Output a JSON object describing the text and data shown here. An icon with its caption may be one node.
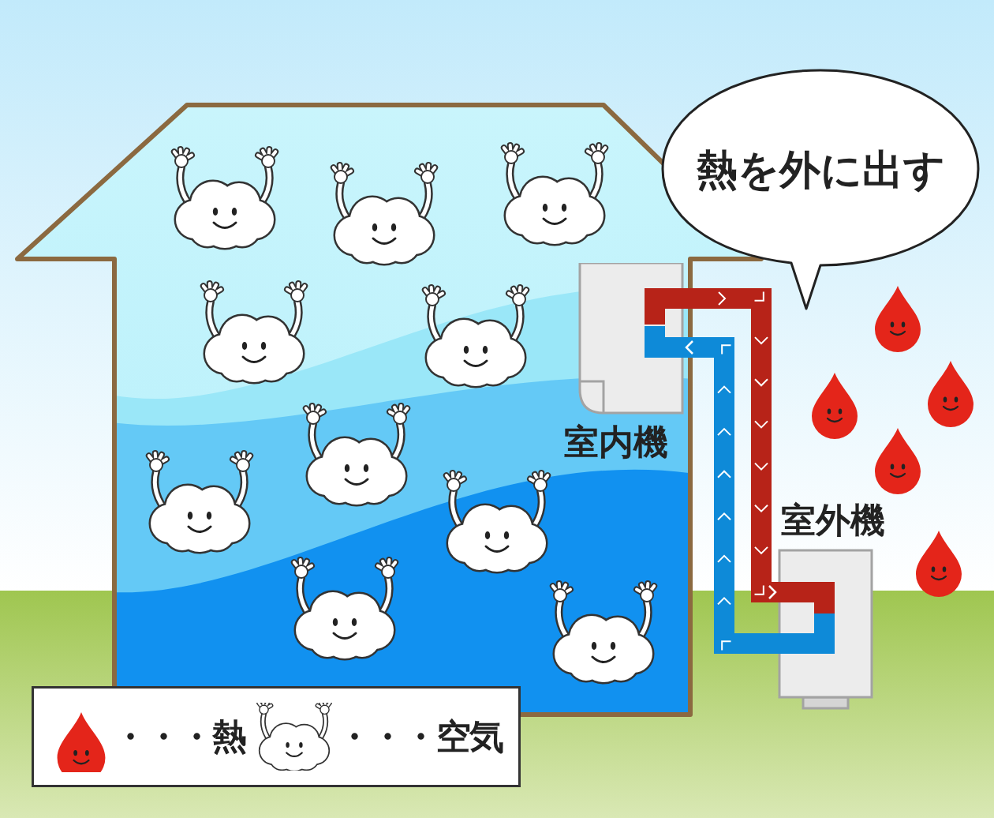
{
  "diagram": {
    "nodes": [
      {
        "text": [
          "熱を外に出す"
        ]
      },
      {
        "text": [
          "室内機"
        ]
      },
      {
        "text": [
          "室外機"
        ]
      }
    ],
    "edges": [
      {
        "from": 1,
        "to": 2,
        "arrow": "to",
        "color": "#b72318"
      },
      {
        "from": 2,
        "to": 1,
        "arrow": "to",
        "color": "#0e8ad8"
      }
    ],
    "legend": [
      {
        "text": "・・・熱"
      },
      {
        "text": "・・・空気"
      }
    ]
  }
}
